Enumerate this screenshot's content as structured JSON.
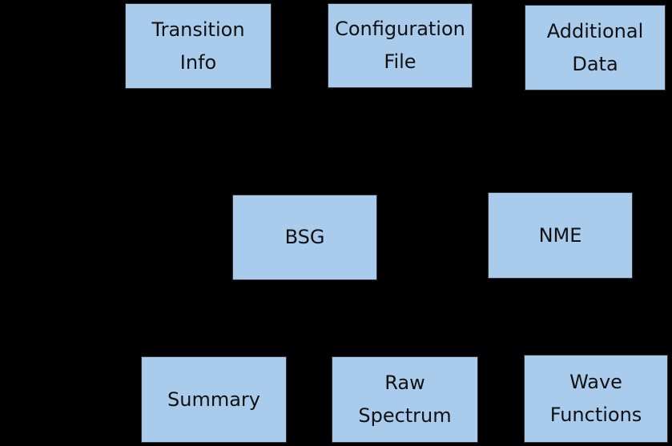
{
  "style": {
    "background_color": "#000000",
    "box_fill_color": "#a9cbec",
    "box_border_color": "#333333",
    "text_color": "#111111"
  },
  "diagram": {
    "nodes": [
      {
        "id": "transition-info",
        "lines": [
          "Transition",
          "Info"
        ]
      },
      {
        "id": "configuration-file",
        "lines": [
          "Configuration",
          "File"
        ]
      },
      {
        "id": "additional-data",
        "lines": [
          "Additional",
          "Data"
        ]
      },
      {
        "id": "bsg",
        "lines": [
          "BSG"
        ]
      },
      {
        "id": "nme",
        "lines": [
          "NME"
        ]
      },
      {
        "id": "summary",
        "lines": [
          "Summary"
        ]
      },
      {
        "id": "raw-spectrum",
        "lines": [
          "Raw",
          "Spectrum"
        ]
      },
      {
        "id": "wave-functions",
        "lines": [
          "Wave",
          "Functions"
        ]
      }
    ]
  }
}
